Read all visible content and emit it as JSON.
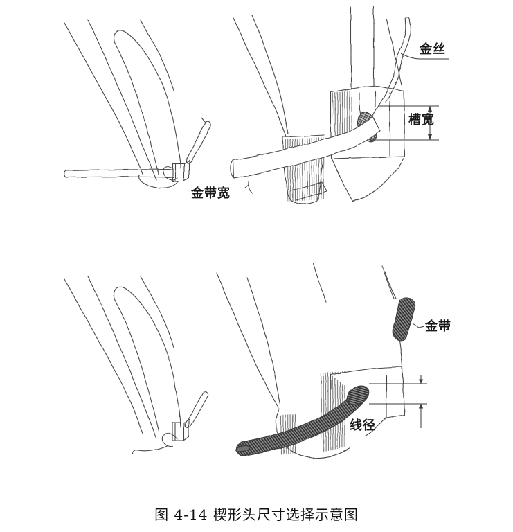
{
  "colors": {
    "background": "#ffffff",
    "ink": "#474747",
    "text": "#1a1a1a"
  },
  "labels": {
    "gold_ribbon_width": "金带宽",
    "gold_wire": "金丝",
    "groove_width": "槽宽",
    "gold_ribbon": "金带",
    "wire_diameter": "线径"
  },
  "caption": "图 4-14 楔形头尺寸选择示意图"
}
